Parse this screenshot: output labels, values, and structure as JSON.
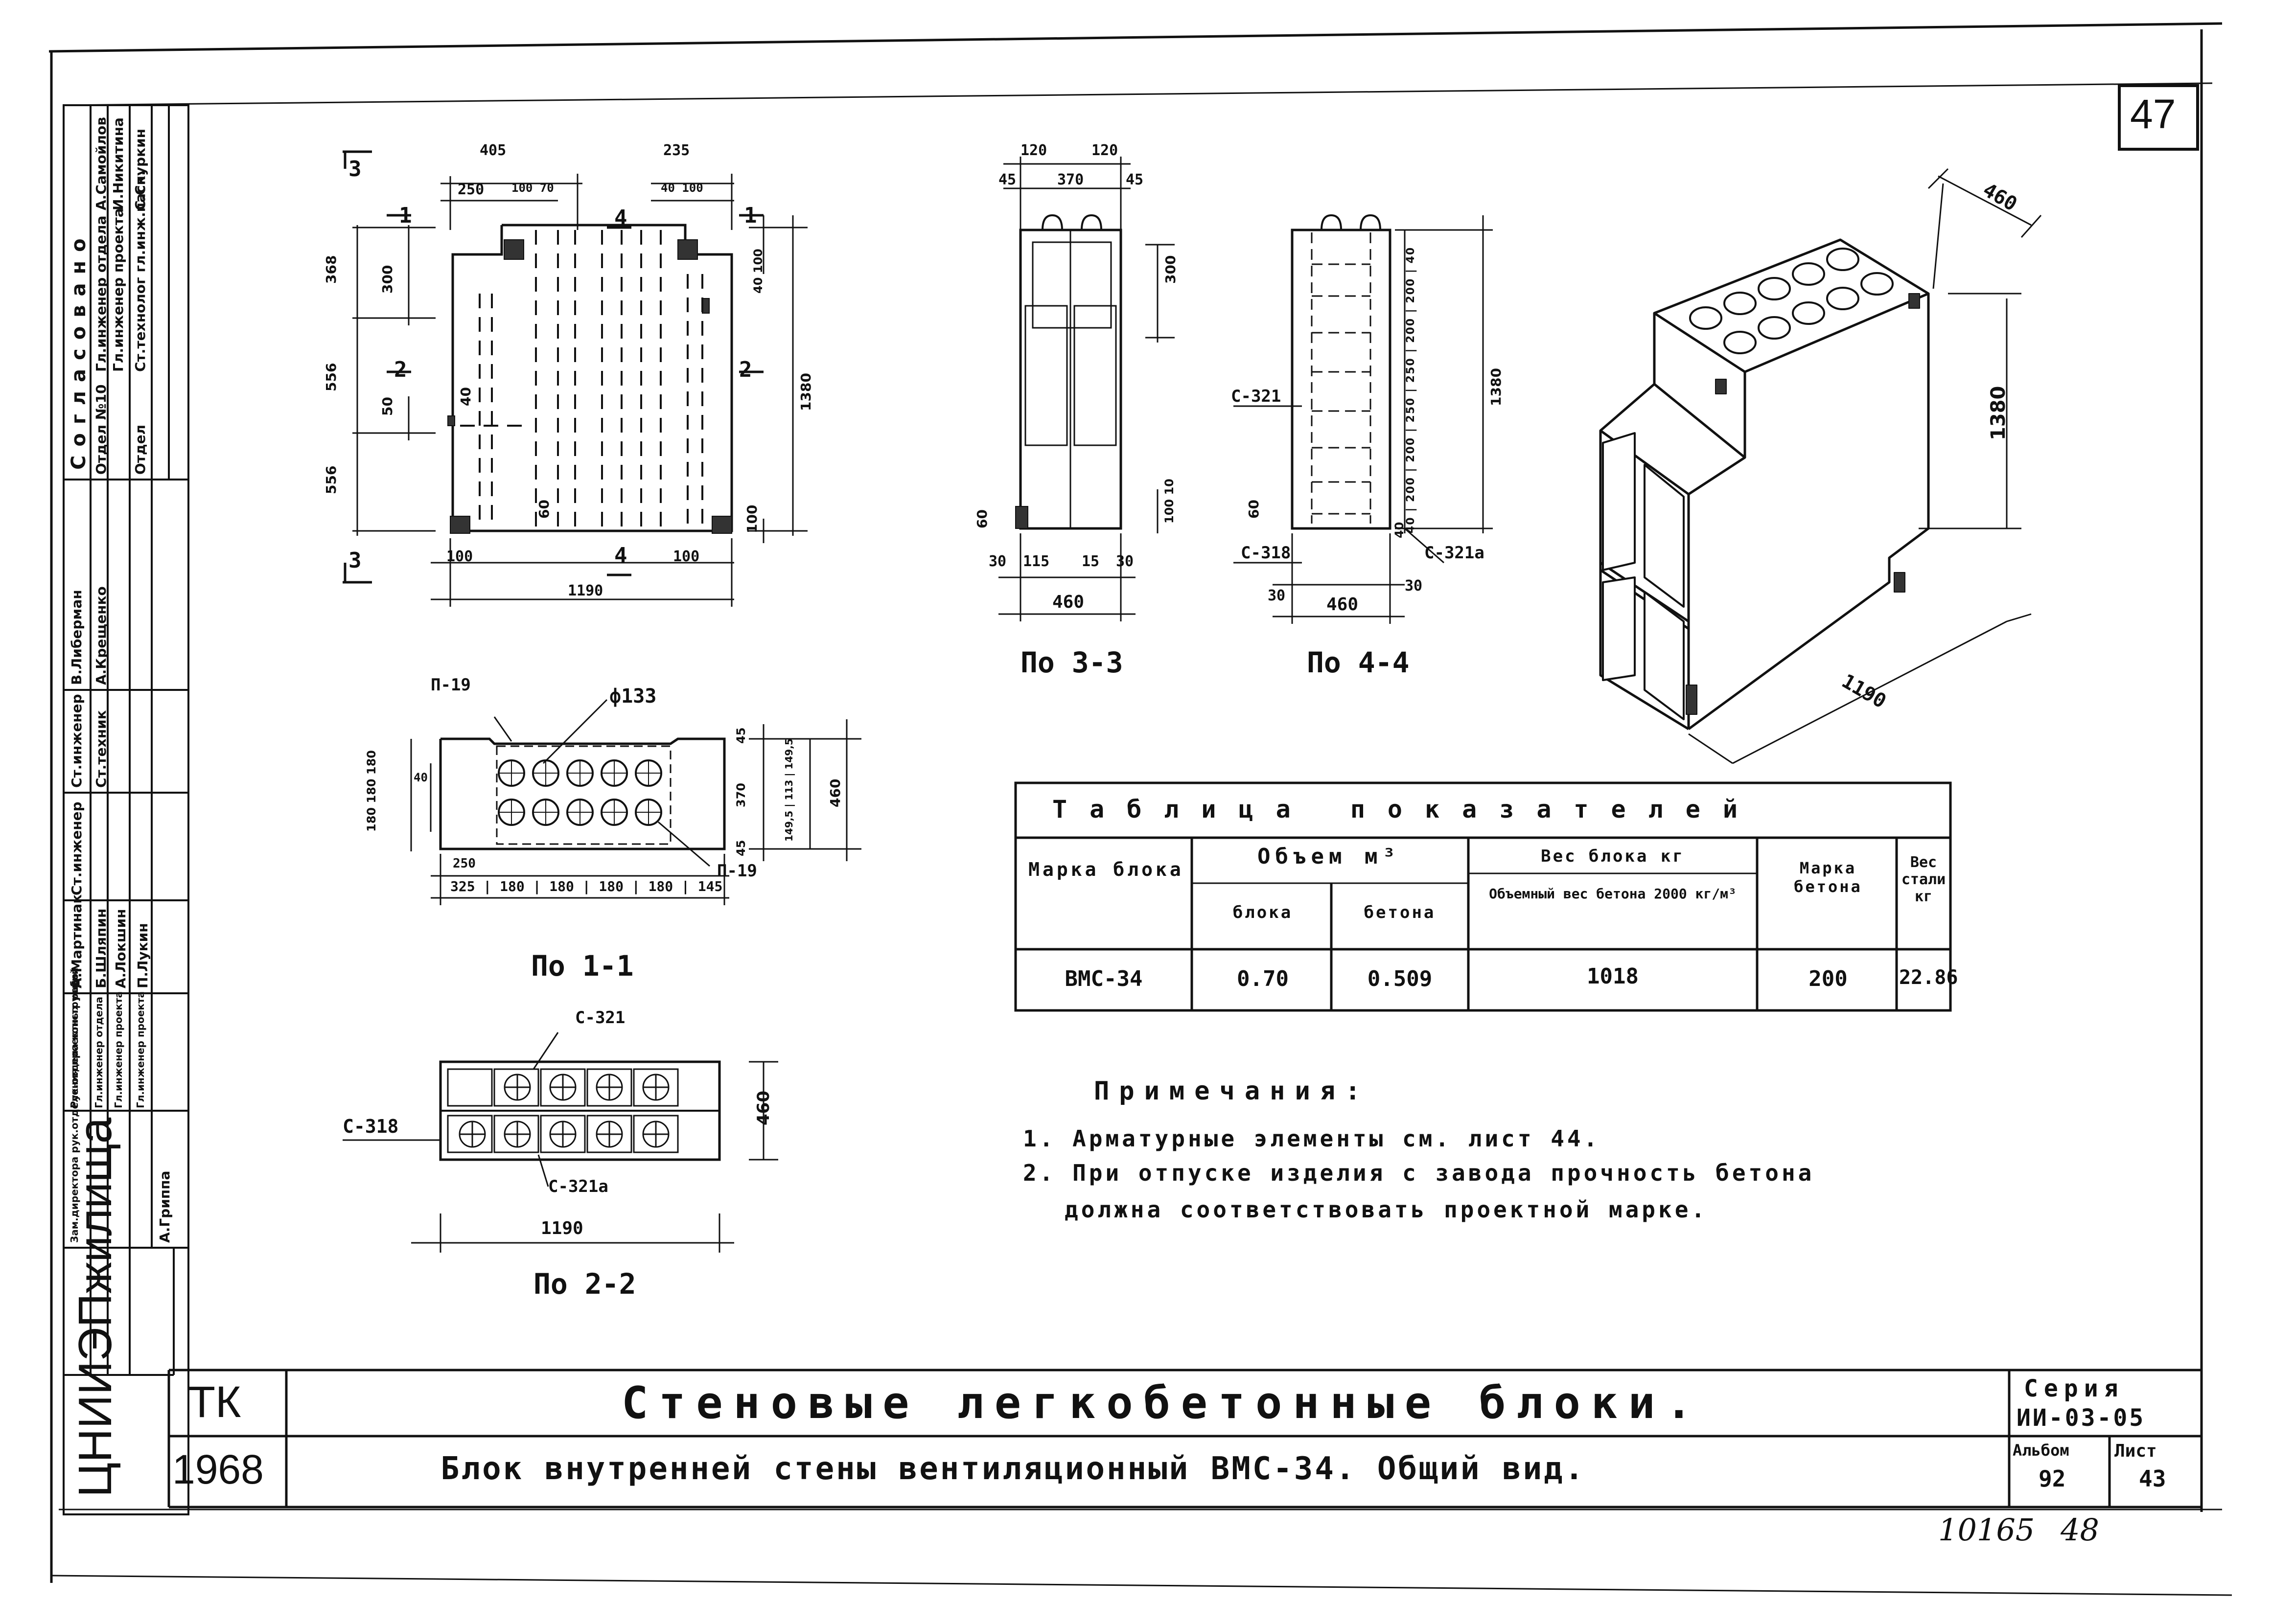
{
  "sheet": {
    "page_number": "47",
    "title_main": "Стеновые легкобетонные блоки.",
    "title_sub": "Блок внутренней стены вентиляционный ВМС-34. Общий вид.",
    "tk_label": "ТК",
    "year": "1968",
    "org": "ЦНИИЭПжилища",
    "series_label": "Серия",
    "series_value": "ИИ-03-05",
    "album_label": "Альбом",
    "album_value": "92",
    "sheet_label": "Лист",
    "sheet_value": "43",
    "archive_number": "10165",
    "archive_sub": "48"
  },
  "approval": {
    "header": "Согласовано",
    "rows": [
      [
        "Отдел №10",
        "Гл.инженер отдела",
        "А.Самойлов"
      ],
      [
        "",
        "Гл.инженер проекта",
        "И.Никитина"
      ],
      [
        "Отдел",
        "Ст.технолог гл.инж.пасп.",
        "С.Скуркин"
      ]
    ]
  },
  "signatures": {
    "rows": [
      [
        "Зам.директора рук.отделения проектных работ",
        "Рук.отдела конструкций",
        "Гл.инженер отдела",
        "Гл.инженер проекта",
        "Гл.инженер проекта"
      ],
      [
        "А.Гриппа",
        "",
        "",
        "",
        ""
      ],
      [
        "А.Мартинак",
        "Ст.инженер",
        "Ст.инженер",
        "Ст.техник",
        ""
      ],
      [
        "",
        "Б.Шляпин",
        "А.Локшин",
        "П.Лукин",
        ""
      ],
      [
        "В.Либерман",
        "",
        "А.Крещенко",
        "",
        ""
      ]
    ]
  },
  "views": {
    "view_1_1": "По 1-1",
    "view_2_2": "По 2-2",
    "view_3_3": "По 3-3",
    "view_4_4": "По 4-4"
  },
  "dims": {
    "front": {
      "top_405": "405",
      "top_250": "250",
      "top_100_70": "100 70",
      "top_235": "235",
      "top_40_100": "40 100",
      "left_368": "368",
      "left_556a": "556",
      "left_556b": "556",
      "inner_300": "300",
      "inner_50": "50",
      "inner_40": "40",
      "inner_60": "60",
      "right_1380": "1380",
      "right_40_100": "40 100",
      "right_100": "100",
      "bottom_100a": "100",
      "bottom_100b": "100",
      "bottom_1190": "1190",
      "cut_1": "1",
      "cut_2": "2",
      "cut_3": "3",
      "cut_4": "4"
    },
    "side3": {
      "top_120a": "120",
      "top_120b": "120",
      "top_45a": "45",
      "top_370": "370",
      "top_45b": "45",
      "right_300": "300",
      "right_100_10": "100 10",
      "left_60": "60",
      "bot_30a": "30",
      "bot_115": "115",
      "bot_15": "15",
      "bot_30b": "30",
      "bot_460": "460"
    },
    "side4": {
      "mark": "С-321",
      "mark_bottom": "С-318",
      "mark_a": "С-321а",
      "left_60": "60",
      "right_chain": "40 | 200 | 200 | 250 | 250 | 200 | 200 | 40",
      "right_1380": "1380",
      "bot_30a": "30",
      "bot_460": "460",
      "bot_30b": "30",
      "bot_40": "40"
    },
    "plan1": {
      "mark_p19a": "П-19",
      "mark_p19b": "П-19",
      "diam": "ф133",
      "left_180_180": "180 180 180",
      "left_40": "40",
      "bot_250": "250",
      "bot_chain": "325 | 180 | 180 | 180 | 180 | 145",
      "right_45a": "45",
      "right_370": "370",
      "right_45b": "45",
      "right_1493": "149,5 | 113 | 149,5",
      "right_460": "460"
    },
    "plan2": {
      "mark_c321": "С-321",
      "mark_c318": "С-318",
      "mark_c321a": "С-321а",
      "right_460": "460",
      "bot_1190": "1190"
    },
    "iso": {
      "d460": "460",
      "d1380": "1380",
      "d1190": "1190"
    }
  },
  "table": {
    "title": "Таблица показателей",
    "headers": {
      "mark": "Марка блока",
      "volume": "Объем м³",
      "volume_block": "блока",
      "volume_concrete": "бетона",
      "weight": "Вес блока кг",
      "weight_sub": "Объемный вес бетона 2000 кг/м³",
      "concrete_mark": "Марка бетона",
      "steel": "Вес стали кг"
    },
    "row": {
      "mark": "ВМС-34",
      "volume_block": "0.70",
      "volume_concrete": "0.509",
      "weight": "1018",
      "concrete_mark": "200",
      "steel": "22.86"
    }
  },
  "notes": {
    "title": "Примечания:",
    "items": [
      "1. Арматурные элементы см. лист 44.",
      "2. При отпуске изделия с завода прочность бетона",
      "должна соответствовать проектной марке."
    ]
  }
}
